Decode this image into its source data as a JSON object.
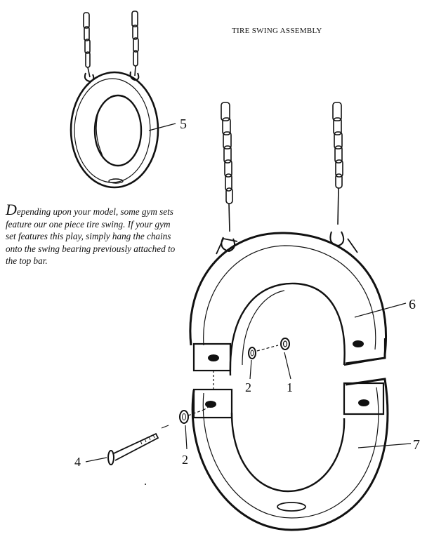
{
  "diagram": {
    "title": "TIRE SWING ASSEMBLY",
    "description": {
      "drop_cap": "D",
      "lines": [
        "epending upon your model, some gym sets",
        "feature our one piece tire swing. If your gym",
        "set features this play, simply hang the chains",
        "onto the swing bearing previously attached to",
        "the top bar."
      ]
    },
    "callouts": {
      "part5": "5",
      "part6": "6",
      "part7": "7",
      "part1": "1",
      "part2a": "2",
      "part2b": "2",
      "part4": "4"
    },
    "colors": {
      "ink": "#111111",
      "paper": "#ffffff"
    }
  }
}
